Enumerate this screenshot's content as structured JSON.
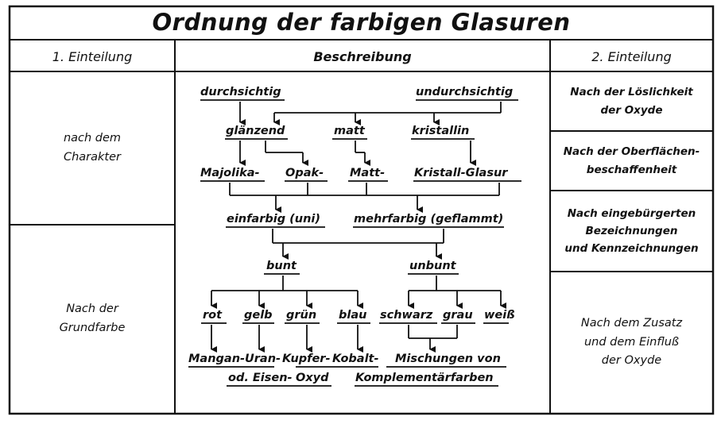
{
  "title": "Ordnung der farbigen Glasuren",
  "headers": {
    "left": "1. Einteilung",
    "middle": "Beschreibung",
    "right": "2. Einteilung"
  },
  "left_cells": [
    {
      "line1": "nach dem",
      "line2": "Charakter"
    },
    {
      "line1": "Nach der",
      "line2": "Grundfarbe"
    }
  ],
  "right_cells": [
    {
      "line1": "Nach der Löslichkeit",
      "line2": "der Oxyde",
      "line3": ""
    },
    {
      "line1": "Nach der Oberflächen-",
      "line2": "beschaffenheit",
      "line3": ""
    },
    {
      "line1": "Nach eingebürgerten",
      "line2": "Bezeichnungen",
      "line3": "und Kennzeichnungen"
    },
    {
      "line1": "Nach dem Zusatz",
      "line2": "und dem Einfluß",
      "line3": "der Oxyde"
    }
  ],
  "diagram": {
    "durchsichtig": "durchsichtig",
    "undurchsichtig": "undurchsichtig",
    "glaenzend": "glänzend",
    "matt": "matt",
    "kristallin": "kristallin",
    "majolika": "Majolika-",
    "opak": "Opak-",
    "matt2": "Matt-",
    "kristall_glasur": "Kristall-Glasur",
    "einfarbig": "einfarbig (uni)",
    "mehrfarbig": "mehrfarbig (geflammt)",
    "bunt": "bunt",
    "unbunt": "unbunt",
    "rot": "rot",
    "gelb": "gelb",
    "gruen": "grün",
    "blau": "blau",
    "schwarz": "schwarz",
    "grau": "grau",
    "weiss": "weiß",
    "mangan": "Mangan-",
    "uran": "Uran-",
    "kupfer": "Kupfer-",
    "kobalt": "Kobalt-",
    "od_eisen": "od. Eisen-",
    "oxyd": "Oxyd",
    "mischungen": "Mischungen von",
    "komplementaer": "Komplementärfarben"
  }
}
